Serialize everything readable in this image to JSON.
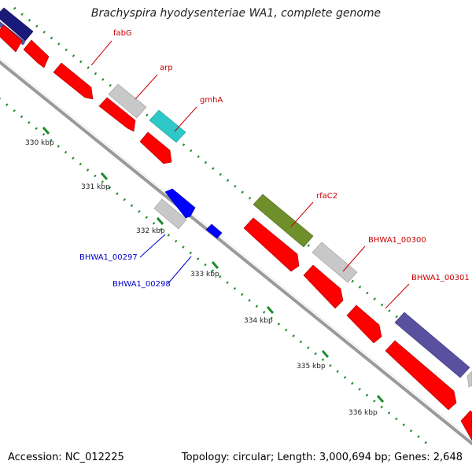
{
  "title": "Brachyspira hyodysenteriae WA1, complete genome",
  "footer": {
    "accession": "Accession: NC_012225",
    "topology": "Topology: circular; Length: 3,000,694 bp; Genes: 2,648"
  },
  "colors": {
    "backbone": "#9a9a9a",
    "cds_red": "#ff0000",
    "cds_grey": "#c8c8c8",
    "cds_cyan": "#2ec8c8",
    "cds_olive": "#6f8f2a",
    "cds_slate": "#5a50a0",
    "cds_navy": "#1a1a7a",
    "cds_blue": "#0000ff",
    "dots": "#1f8a2a",
    "label_forward": "#cc0000",
    "label_reverse": "#0000cc",
    "tick_text": "#222222"
  },
  "ticks": [
    "330 kbp",
    "331 kbp",
    "332 kbp",
    "333 kbp",
    "334 kbp",
    "335 kbp",
    "336 kbp"
  ],
  "gene_labels": {
    "forward": [
      "fabG",
      "arp",
      "gmhA",
      "rfaC2",
      "BHWA1_00300",
      "BHWA1_00301"
    ],
    "reverse": [
      "BHWA1_00297",
      "BHWA1_00298"
    ]
  }
}
